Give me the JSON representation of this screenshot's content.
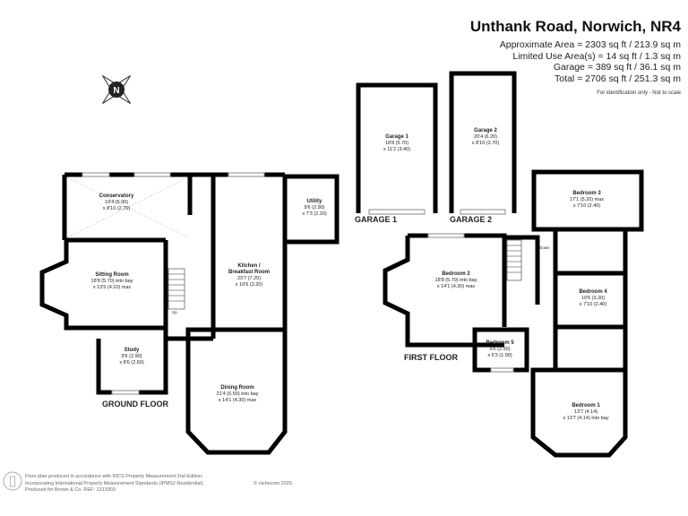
{
  "header": {
    "title": "Unthank Road, Norwich, NR4",
    "areas": [
      "Approximate Area = 2303 sq ft / 213.9 sq m",
      "Limited Use Area(s) = 14 sq ft / 1.3 sq m",
      "Garage = 389 sq ft / 36.1 sq m",
      "Total = 2706 sq ft / 251.3 sq m"
    ],
    "note": "For identification only - Not to scale"
  },
  "compass": {
    "label": "N"
  },
  "ground_floor": {
    "label": "GROUND FLOOR",
    "rooms": [
      {
        "name": "Conservatory",
        "dims": [
          "19'4 (5.90)",
          "x 8'10 (2.70)"
        ]
      },
      {
        "name": "Utility",
        "dims": [
          "9'6 (2.90)",
          "x 7'3 (2.20)"
        ]
      },
      {
        "name": "Kitchen / Breakfast Room",
        "dims": [
          "23'7 (7.20)",
          "x 10'6 (3.20)"
        ]
      },
      {
        "name": "Sitting Room",
        "dims": [
          "18'8 (5.70) into bay",
          "x 13'5 (4.10) max"
        ]
      },
      {
        "name": "Study",
        "dims": [
          "9'6 (2.90)",
          "x 8'6 (2.60)"
        ]
      },
      {
        "name": "Dining Room",
        "dims": [
          "21'4 (6.50) into bay",
          "x 14'1 (4.30) max"
        ]
      }
    ],
    "stairs_label": "Up"
  },
  "garages": [
    {
      "label": "GARAGE 1",
      "name": "Garage 1",
      "dims": [
        "18'8 (5.70)",
        "x 11'2 (3.40)"
      ]
    },
    {
      "label": "GARAGE 2",
      "name": "Garage 2",
      "dims": [
        "20'4 (6.20)",
        "x 8'10 (2.70)"
      ]
    }
  ],
  "first_floor": {
    "label": "FIRST FLOOR",
    "rooms": [
      {
        "name": "Bedroom 3",
        "dims": [
          "17'1 (5.20) max",
          "x 7'10 (2.40)"
        ]
      },
      {
        "name": "Bedroom 2",
        "dims": [
          "18'8 (5.70) into bay",
          "x 14'1 (4.30) max"
        ]
      },
      {
        "name": "Bedroom 4",
        "dims": [
          "10'6 (3.20)",
          "x 7'10 (2.40)"
        ]
      },
      {
        "name": "Bedroom 5",
        "dims": [
          "9'6 (2.90)",
          "x 6'3 (1.90)"
        ]
      },
      {
        "name": "Bedroom 1",
        "dims": [
          "13'7 (4.14)",
          "x 13'7 (4.14) into bay"
        ]
      }
    ],
    "stairs_label": "Down"
  },
  "footer": {
    "lines": [
      "Floor plan produced in accordance with RICS Property Measurement 2nd Edition,",
      "Incorporating International Property Measurement Standards (IPMS2 Residential).",
      "Produced for Brown & Co.   REF: 1313903"
    ],
    "copyright": "© nichecom 2025."
  }
}
